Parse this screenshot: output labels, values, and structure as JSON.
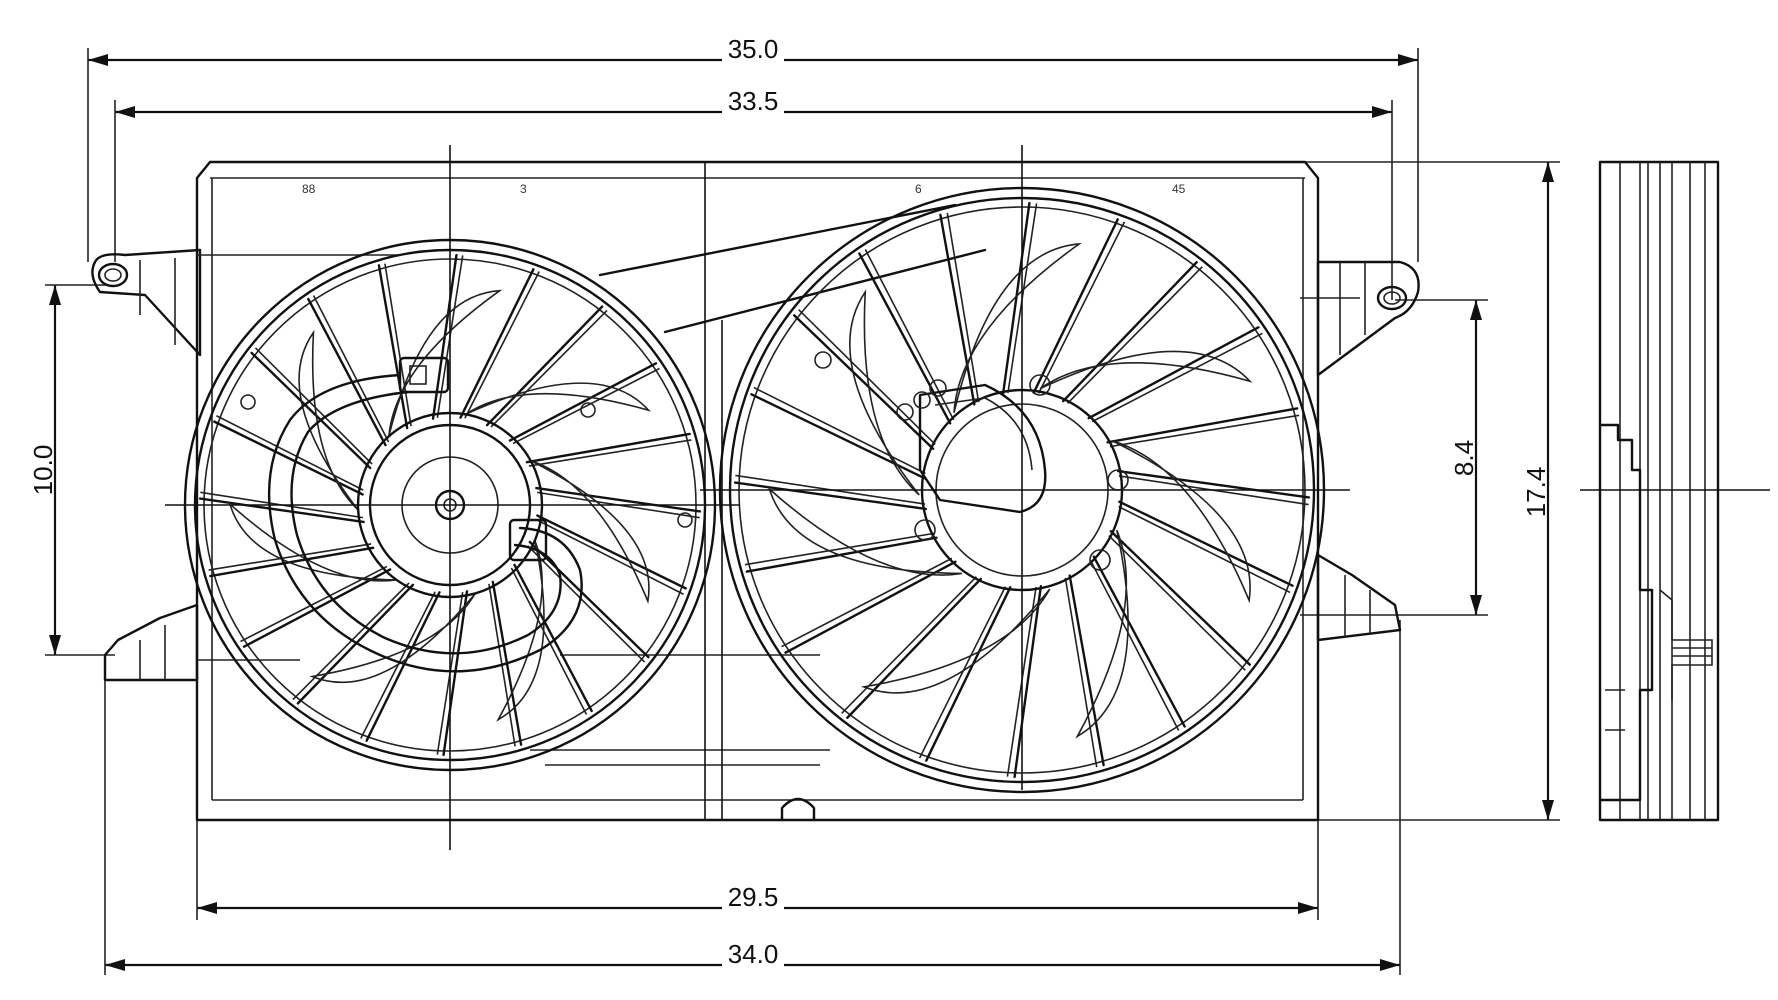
{
  "drawing": {
    "dimensions": {
      "overall_width_top": "35.0",
      "mount_width_top": "33.5",
      "frame_width_bottom": "29.5",
      "overall_width_bottom": "34.0",
      "left_height": "10.0",
      "right_mount_height": "8.4",
      "overall_height": "17.4"
    },
    "frame_marks": {
      "mark_a": "88",
      "mark_b": "3",
      "mark_c": "6",
      "mark_d": "45"
    }
  }
}
